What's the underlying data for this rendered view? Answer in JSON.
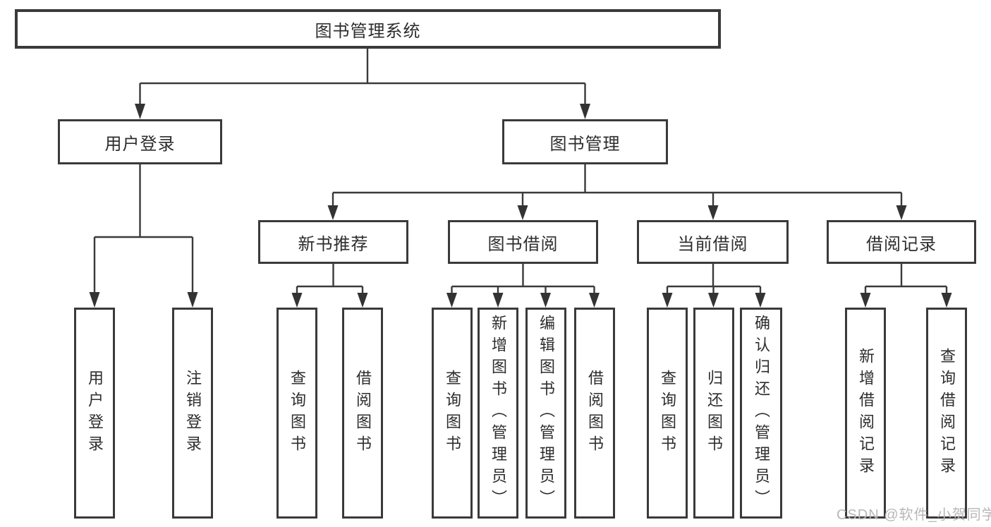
{
  "tree": {
    "root": {
      "label": "图书管理系统",
      "children": [
        {
          "label": "用户登录",
          "children": [
            {
              "label": "用户登录"
            },
            {
              "label": "注销登录"
            }
          ]
        },
        {
          "label": "图书管理",
          "children": [
            {
              "label": "新书推荐",
              "children": [
                {
                  "label": "查询图书"
                },
                {
                  "label": "借阅图书"
                }
              ]
            },
            {
              "label": "图书借阅",
              "children": [
                {
                  "label": "查询图书"
                },
                {
                  "label": "新增图书（管理员）"
                },
                {
                  "label": "编辑图书（管理员）"
                },
                {
                  "label": "借阅图书"
                }
              ]
            },
            {
              "label": "当前借阅",
              "children": [
                {
                  "label": "查询图书"
                },
                {
                  "label": "归还图书"
                },
                {
                  "label": "确认归还（管理员）"
                }
              ]
            },
            {
              "label": "借阅记录",
              "children": [
                {
                  "label": "新增借阅记录"
                },
                {
                  "label": "查询借阅记录"
                }
              ]
            }
          ]
        }
      ]
    }
  },
  "watermark": {
    "text": "CSDN @软件_小贺同学"
  },
  "colors": {
    "line": "#3a3a3a",
    "box_border": "#3a3a3a",
    "text": "#2d2d2d",
    "background": "#ffffff",
    "watermark": "#b7b7b7"
  }
}
